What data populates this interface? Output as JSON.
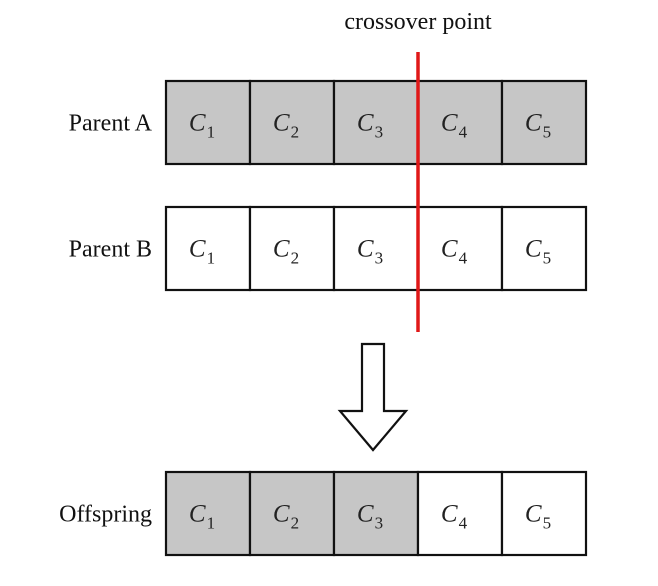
{
  "crossover_label": "crossover point",
  "colors": {
    "parent_a_fill": "#c6c6c6",
    "parent_b_fill": "#ffffff",
    "crossover_line": "#e01818",
    "stroke": "#111111"
  },
  "rows": [
    {
      "label": "Parent A",
      "genes": [
        {
          "letter": "C",
          "sub": "1",
          "source": "A"
        },
        {
          "letter": "C",
          "sub": "2",
          "source": "A"
        },
        {
          "letter": "C",
          "sub": "3",
          "source": "A"
        },
        {
          "letter": "C",
          "sub": "4",
          "source": "A"
        },
        {
          "letter": "C",
          "sub": "5",
          "source": "A"
        }
      ]
    },
    {
      "label": "Parent B",
      "genes": [
        {
          "letter": "C",
          "sub": "1",
          "source": "B"
        },
        {
          "letter": "C",
          "sub": "2",
          "source": "B"
        },
        {
          "letter": "C",
          "sub": "3",
          "source": "B"
        },
        {
          "letter": "C",
          "sub": "4",
          "source": "B"
        },
        {
          "letter": "C",
          "sub": "5",
          "source": "B"
        }
      ]
    },
    {
      "label": "Offspring",
      "genes": [
        {
          "letter": "C",
          "sub": "1",
          "source": "A"
        },
        {
          "letter": "C",
          "sub": "2",
          "source": "A"
        },
        {
          "letter": "C",
          "sub": "3",
          "source": "A"
        },
        {
          "letter": "C",
          "sub": "4",
          "source": "B"
        },
        {
          "letter": "C",
          "sub": "5",
          "source": "B"
        }
      ]
    }
  ]
}
